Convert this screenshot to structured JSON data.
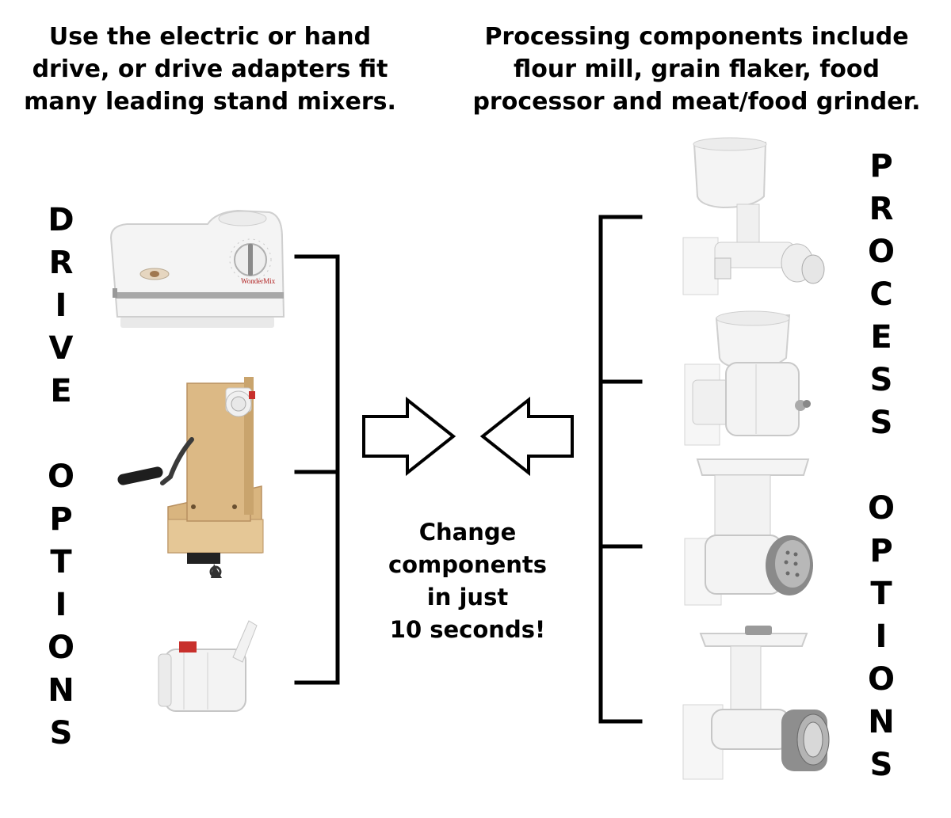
{
  "captions": {
    "left": [
      "Use the electric or hand",
      "drive, or drive adapters fit",
      "many leading stand mixers."
    ],
    "right": [
      "Processing components include",
      "flour mill, grain flaker, food",
      "processor and meat/food grinder."
    ]
  },
  "vertical_labels": {
    "left": [
      "D",
      "R",
      "I",
      "V",
      "E",
      "",
      "O",
      "P",
      "T",
      "I",
      "O",
      "N",
      "S"
    ],
    "right": [
      "P",
      "R",
      "O",
      "C",
      "E",
      "S",
      "S",
      "",
      "O",
      "P",
      "T",
      "I",
      "O",
      "N",
      "S"
    ]
  },
  "center": {
    "lines": [
      "Change",
      "components",
      "in just",
      "10 seconds!"
    ]
  },
  "brand_text": "WonderMix",
  "colors": {
    "ink": "#000000",
    "white_plastic": "#f2f2f2",
    "wood": "#dcb985",
    "red_accent": "#c8302c",
    "grey": "#9a9a9a"
  },
  "icons": {
    "drive": [
      "electric-mixer-base-icon",
      "hand-crank-drive-icon",
      "stand-mixer-adapter-icon"
    ],
    "process": [
      "flour-mill-icon",
      "grain-flaker-icon",
      "food-processor-icon",
      "meat-grinder-icon"
    ],
    "arrows": [
      "right-arrow-icon",
      "left-arrow-icon"
    ]
  }
}
